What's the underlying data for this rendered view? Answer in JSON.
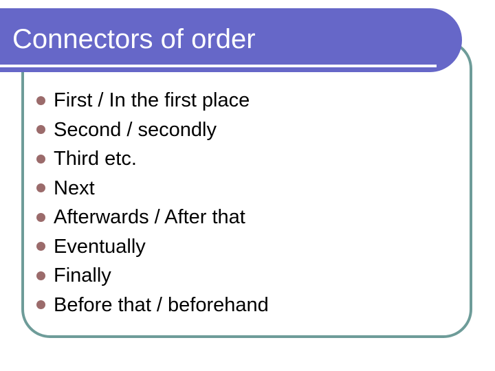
{
  "slide": {
    "title": "Connectors of order",
    "bullets": [
      "First / In the first place",
      "Second / secondly",
      "Third etc.",
      "Next",
      "Afterwards / After that",
      "Eventually",
      "Finally",
      "Before that / beforehand"
    ],
    "colors": {
      "title_bar": "#6667c8",
      "title_text": "#ffffff",
      "title_underline": "#ffffff",
      "frame_border": "#6e9c99",
      "bullet_dot": "#9b6b6b",
      "body_text": "#000000",
      "background": "#ffffff"
    }
  }
}
